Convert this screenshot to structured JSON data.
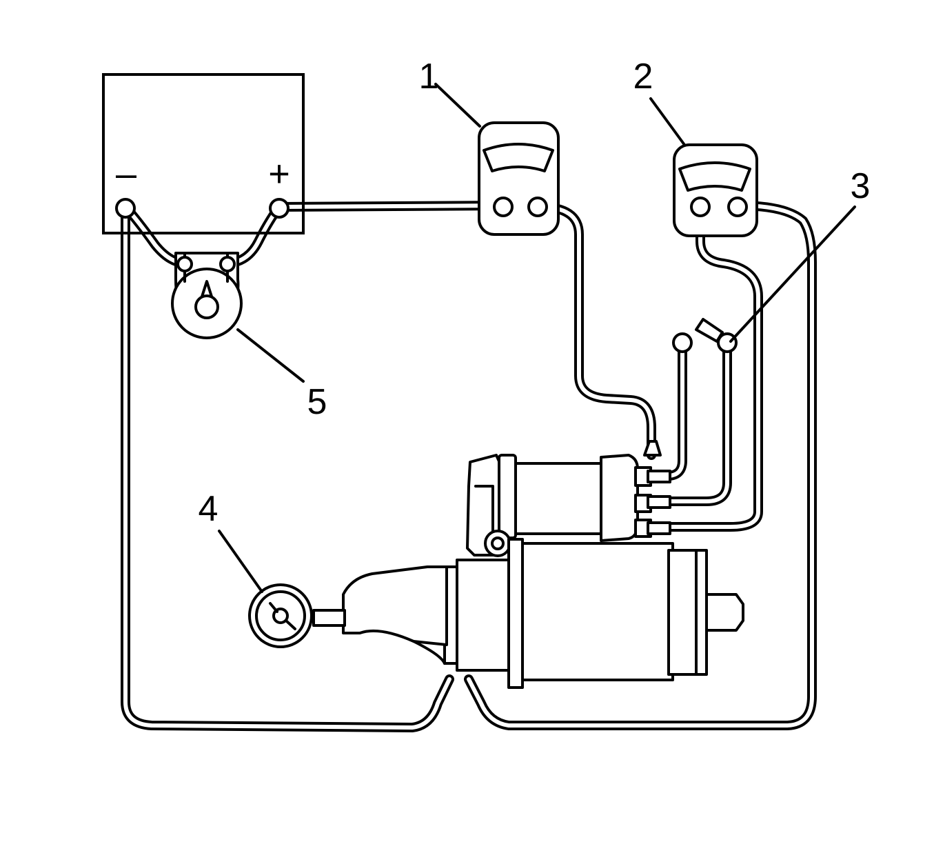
{
  "battery": {
    "neg_symbol": "–",
    "pos_symbol": "+"
  },
  "callouts": {
    "c1": "1",
    "c2": "2",
    "c3": "3",
    "c4": "4",
    "c5": "5"
  },
  "colors": {
    "line": "#000000",
    "background": "#ffffff"
  }
}
